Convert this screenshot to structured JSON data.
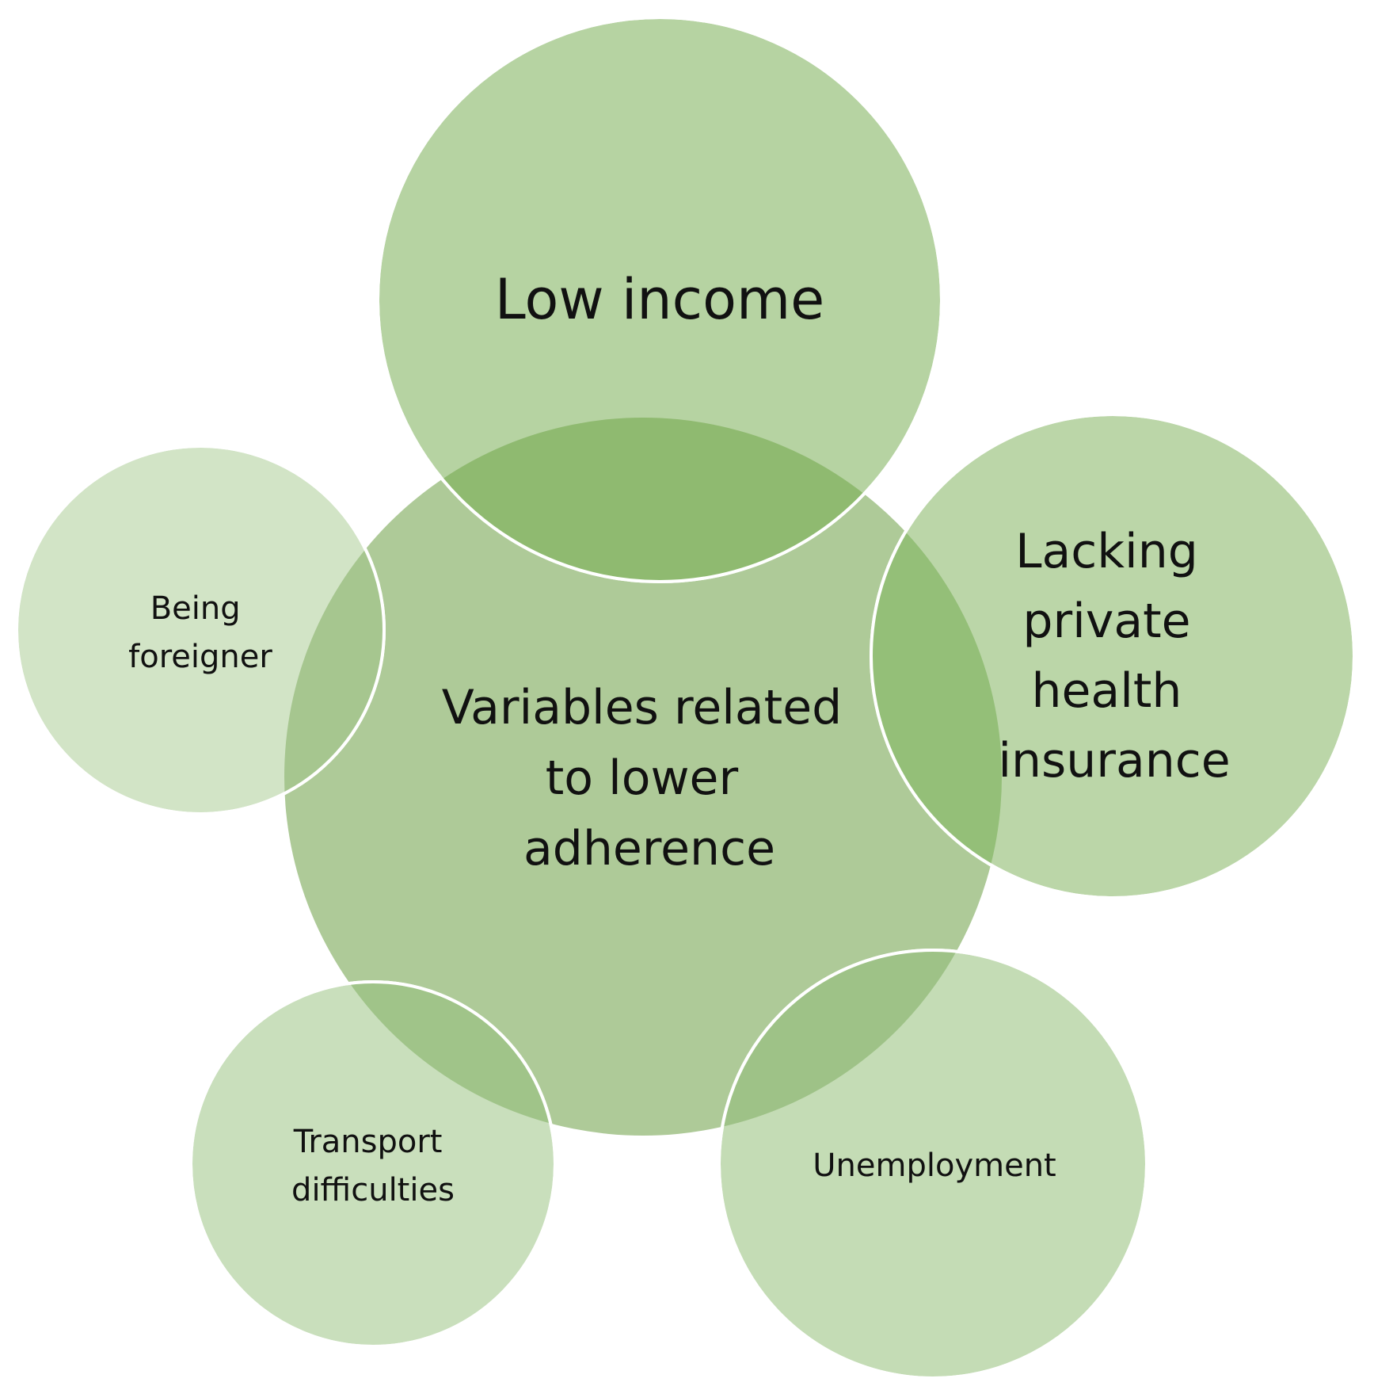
{
  "diagram": {
    "center": {
      "label_lines": [
        "Variables related",
        "to lower",
        "adherence"
      ],
      "color": "#AECA98"
    },
    "satellites": [
      {
        "id": "low-income",
        "label_lines": [
          "Low income"
        ],
        "color": "#B6D3A2"
      },
      {
        "id": "lacking-private-health-insurance",
        "label_lines": [
          "Lacking",
          "private",
          "health",
          "insurance"
        ],
        "color": "#BBD6A8"
      },
      {
        "id": "unemployment",
        "label_lines": [
          "Unemployment"
        ],
        "color": "#C4DCB5"
      },
      {
        "id": "transport-difficulties",
        "label_lines": [
          "Transport",
          "difficulties"
        ],
        "color": "#C9DFBC"
      },
      {
        "id": "being-foreigner",
        "label_lines": [
          "Being",
          "foreigner"
        ],
        "color": "#D2E4C6"
      }
    ]
  }
}
